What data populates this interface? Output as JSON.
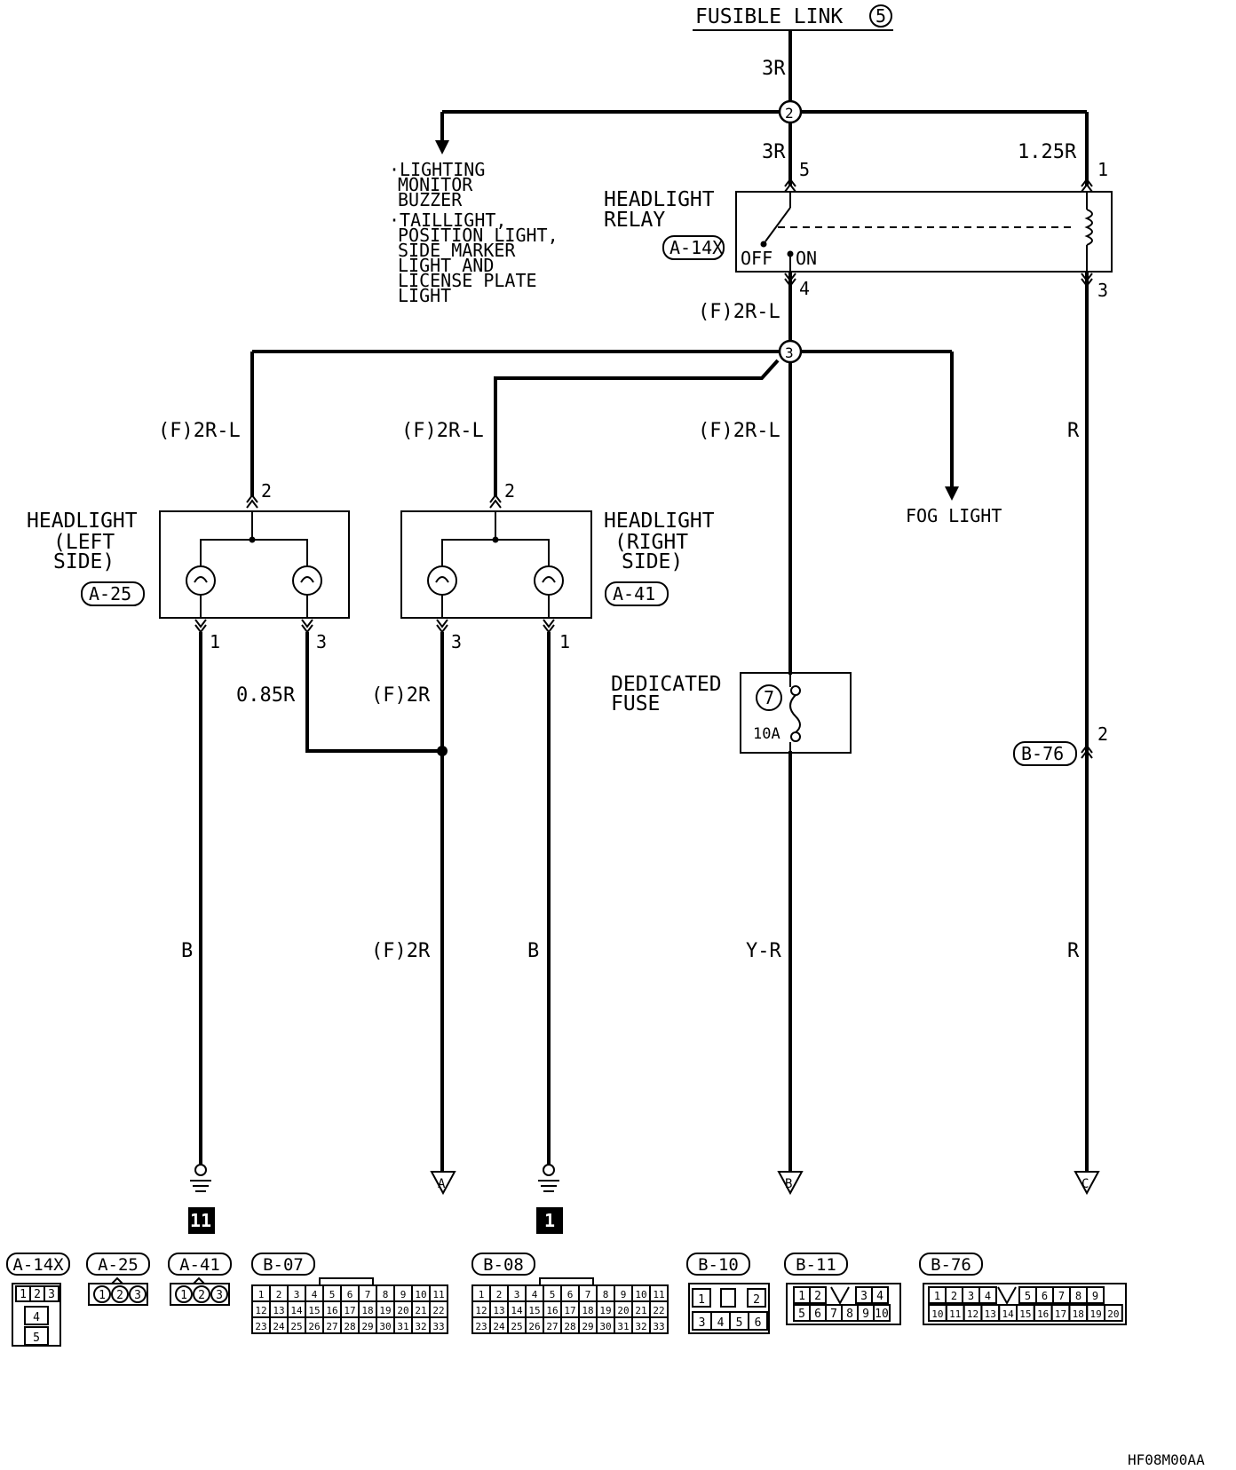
{
  "fusible_link": "FUSIBLE LINK",
  "fusible_link_num": "5",
  "junctions": {
    "j2": "2",
    "j3": "3"
  },
  "wires": {
    "top": "3R",
    "relay_in": "3R",
    "coil_in": "1.25R",
    "relay_out": "(F)2R-L",
    "left_head": "(F)2R-L",
    "right_head": "(F)2R-L",
    "fuse_in": "(F)2R-L",
    "coil_out": "R",
    "left3": "0.85R",
    "right3": "(F)2R",
    "left1": "B",
    "to_a": "(F)2R",
    "right1": "B",
    "to_b": "Y-R",
    "to_c": "R"
  },
  "lighting_list": {
    "item1": [
      "·LIGHTING",
      "MONITOR",
      "BUZZER"
    ],
    "item2": [
      "·TAILLIGHT,",
      "POSITION LIGHT,",
      "SIDE MARKER",
      "LIGHT AND",
      "LICENSE PLATE",
      "LIGHT"
    ]
  },
  "relay": {
    "title": [
      "HEADLIGHT",
      "RELAY"
    ],
    "connector": "A-14X",
    "off": "OFF",
    "on": "ON",
    "pins": {
      "p5": "5",
      "p1": "1",
      "p4": "4",
      "p3": "3"
    }
  },
  "headlight_left": {
    "title": [
      "HEADLIGHT",
      "(LEFT",
      "SIDE)"
    ],
    "connector": "A-25",
    "pins": {
      "p2": "2",
      "p1": "1",
      "p3": "3"
    }
  },
  "headlight_right": {
    "title": [
      "HEADLIGHT",
      "(RIGHT",
      "SIDE)"
    ],
    "connector": "A-41",
    "pins": {
      "p2": "2",
      "p3": "3",
      "p1": "1"
    }
  },
  "fog_light": "FOG LIGHT",
  "fuse": {
    "title": [
      "DEDICATED",
      "FUSE"
    ],
    "number": "7",
    "rating": "10A"
  },
  "b76": {
    "connector": "B-76",
    "pin": "2"
  },
  "terminals": {
    "a": "A",
    "b": "B",
    "c": "C"
  },
  "grounds": {
    "g1": "11",
    "g2": "1"
  },
  "connector_views": {
    "a14x": {
      "label": "A-14X",
      "row1": [
        "1",
        "2",
        "3"
      ],
      "row2": [
        "4"
      ],
      "row3": [
        "5"
      ]
    },
    "a25": {
      "label": "A-25",
      "pins": [
        "1",
        "2",
        "3"
      ]
    },
    "a41": {
      "label": "A-41",
      "pins": [
        "1",
        "2",
        "3"
      ]
    },
    "b07": {
      "label": "B-07",
      "rows": [
        [
          "1",
          "2",
          "3",
          "4",
          "5",
          "6",
          "7",
          "8",
          "9",
          "10",
          "11"
        ],
        [
          "12",
          "13",
          "14",
          "15",
          "16",
          "17",
          "18",
          "19",
          "20",
          "21",
          "22"
        ],
        [
          "23",
          "24",
          "25",
          "26",
          "27",
          "28",
          "29",
          "30",
          "31",
          "32",
          "33"
        ]
      ]
    },
    "b08": {
      "label": "B-08",
      "rows": [
        [
          "1",
          "2",
          "3",
          "4",
          "5",
          "6",
          "7",
          "8",
          "9",
          "10",
          "11"
        ],
        [
          "12",
          "13",
          "14",
          "15",
          "16",
          "17",
          "18",
          "19",
          "20",
          "21",
          "22"
        ],
        [
          "23",
          "24",
          "25",
          "26",
          "27",
          "28",
          "29",
          "30",
          "31",
          "32",
          "33"
        ]
      ]
    },
    "b10": {
      "label": "B-10",
      "row1": [
        "1",
        "2"
      ],
      "row2": [
        "3",
        "4",
        "5",
        "6"
      ]
    },
    "b11": {
      "label": "B-11",
      "row1": [
        "1",
        "2",
        "3",
        "4"
      ],
      "row2": [
        "5",
        "6",
        "7",
        "8",
        "9",
        "10"
      ]
    },
    "b76": {
      "label": "B-76",
      "row1": [
        "1",
        "2",
        "3",
        "4",
        "5",
        "6",
        "7",
        "8",
        "9"
      ],
      "row2": [
        "10",
        "11",
        "12",
        "13",
        "14",
        "15",
        "16",
        "17",
        "18",
        "19",
        "20"
      ]
    }
  },
  "code": "HF08M00AA"
}
